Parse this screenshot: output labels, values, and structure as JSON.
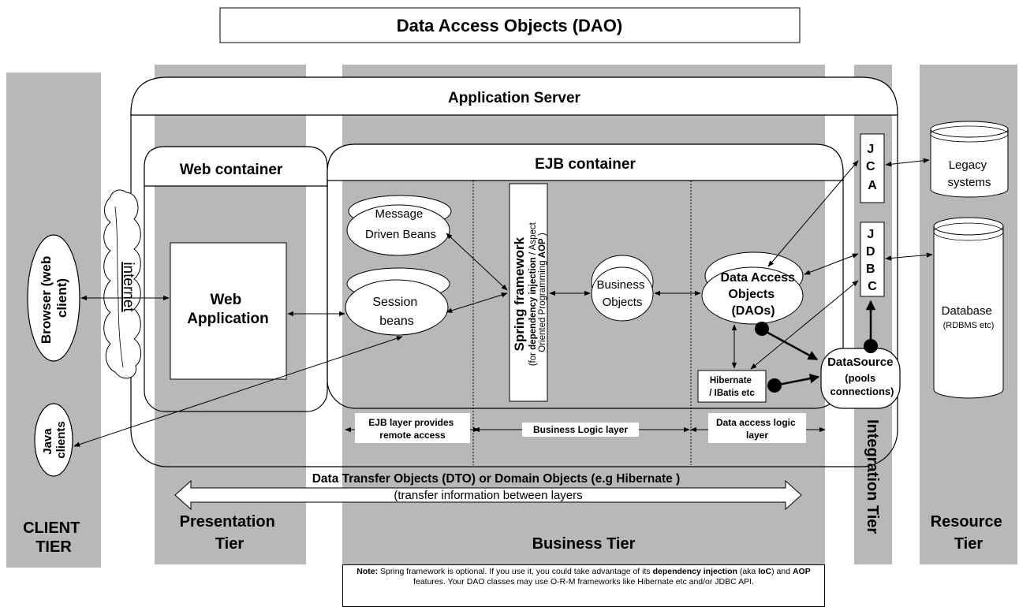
{
  "title": "Data Access Objects (DAO)",
  "tiers": {
    "client": [
      "CLIENT",
      "TIER"
    ],
    "presentation": [
      "Presentation",
      "Tier"
    ],
    "business": "Business Tier",
    "integration": "Integration Tier",
    "resource": [
      "Resource",
      "Tier"
    ]
  },
  "application_server": "Application Server",
  "web_container": "Web container",
  "ejb_container": "EJB container",
  "web_application": [
    "Web",
    "Application"
  ],
  "browser": [
    "Browser (web",
    "client)"
  ],
  "internet": "internet",
  "java_clients": [
    "Java",
    "clients"
  ],
  "message_driven_beans": [
    "Message",
    "Driven Beans"
  ],
  "session_beans": [
    "Session",
    "beans"
  ],
  "spring": {
    "line1": "Spring framework",
    "line2_pre": "(for ",
    "line2_bold": "dependency injection",
    "line2_post": " / Aspect",
    "line3_pre": "Oriented Programming ",
    "line3_bold": "AOP",
    "line3_post": " )"
  },
  "business_objects": [
    "Business",
    "Objects"
  ],
  "daos": [
    "Data Access",
    "Objects",
    "(DAOs)"
  ],
  "hibernate": [
    "Hibernate",
    "/ IBatis etc"
  ],
  "datasource": [
    "DataSource",
    "(pools",
    "connections)"
  ],
  "jca": [
    "J",
    "C",
    "A"
  ],
  "jdbc": [
    "J",
    "D",
    "B",
    "C"
  ],
  "legacy": [
    "Legacy",
    "systems"
  ],
  "database": [
    "Database",
    "(RDBMS etc)"
  ],
  "layers": {
    "ejb": [
      "EJB layer provides",
      "remote access"
    ],
    "business": "Business Logic layer",
    "data": [
      "Data access logic",
      "layer"
    ]
  },
  "dto": {
    "line1": "Data Transfer Objects (DTO) or Domain Objects (e.g Hibernate )",
    "line2": "(transfer information between layers"
  },
  "note": {
    "label": "Note:",
    "t1": " Spring framework is optional. If you use it, you could take advantage of its ",
    "b1": "dependency injection",
    "t2": " (aka ",
    "b2": "IoC",
    "t3": ") and ",
    "b3": "AOP",
    "t4": " features. Your DAO classes may use O-R-M frameworks like Hibernate etc and/or JDBC API."
  },
  "colors": {
    "tier_fill": "#b8b8b8",
    "line": "#000000",
    "background": "#ffffff"
  }
}
